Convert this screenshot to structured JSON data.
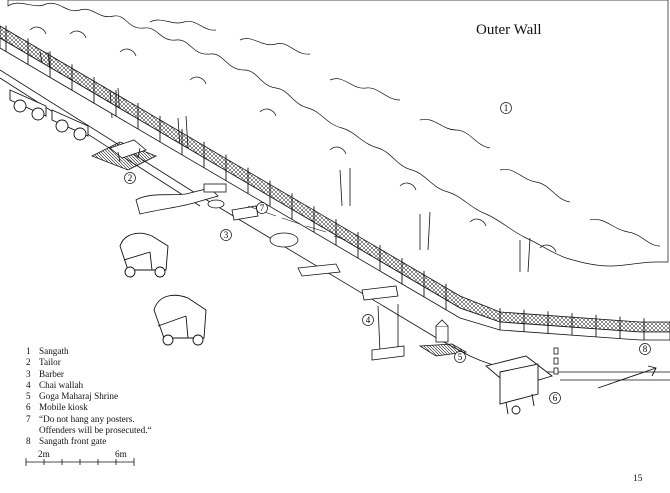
{
  "title": "Outer Wall",
  "page_number": "15",
  "legend": [
    {
      "num": "1",
      "label": "Sangath"
    },
    {
      "num": "2",
      "label": "Tailor"
    },
    {
      "num": "3",
      "label": "Barber"
    },
    {
      "num": "4",
      "label": "Chai wallah"
    },
    {
      "num": "5",
      "label": "Goga Maharaj Shrine"
    },
    {
      "num": "6",
      "label": "Mobile kiosk"
    },
    {
      "num": "7",
      "label": "“Do not hang any posters.\nOffenders will be prosecuted.“"
    },
    {
      "num": "8",
      "label": "Sangath front gate"
    }
  ],
  "markers": {
    "m1": "1",
    "m2": "2",
    "m3": "3",
    "m4": "4",
    "m5": "5",
    "m6": "6",
    "m7": "7",
    "m8": "8"
  },
  "scale_bar": {
    "mid_label": "2m",
    "end_label": "6m"
  },
  "colors": {
    "ink": "#111111",
    "background": "#ffffff"
  }
}
